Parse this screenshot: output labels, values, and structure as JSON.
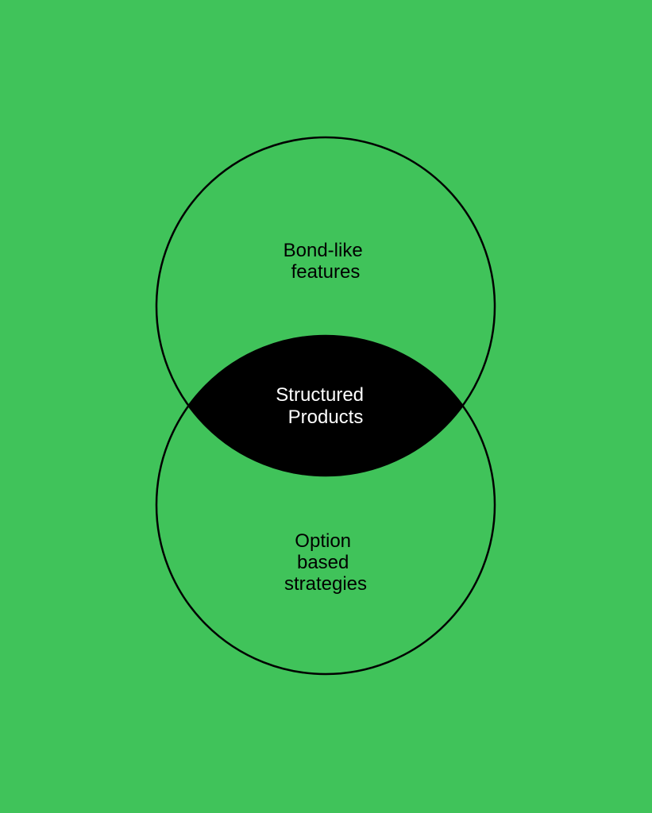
{
  "colors": {
    "background": "#40C35A",
    "stroke": "#000000",
    "intersection": "#000000",
    "intersection_text": "#FFFFFF"
  },
  "diagram": {
    "type": "venn",
    "sets": [
      {
        "label_lines": [
          "Bond-like",
          "features"
        ]
      },
      {
        "label_lines": [
          "Option",
          "based",
          "strategies"
        ]
      }
    ],
    "intersection": {
      "label_lines": [
        "Structured",
        "Products"
      ]
    }
  }
}
